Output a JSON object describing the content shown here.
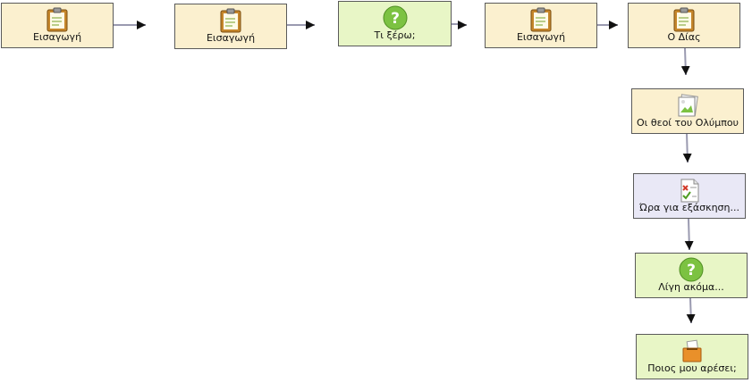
{
  "diagram": {
    "nodes": [
      {
        "id": "n1",
        "label": "Εισαγωγή",
        "kind": "clipboard",
        "icon": "clipboard-icon"
      },
      {
        "id": "n2",
        "label": "Εισαγωγή",
        "kind": "clipboard",
        "icon": "clipboard-icon"
      },
      {
        "id": "n3",
        "label": "Τι ξέρω;",
        "kind": "quiz",
        "icon": "question-icon"
      },
      {
        "id": "n4",
        "label": "Εισαγωγή",
        "kind": "clipboard",
        "icon": "clipboard-icon"
      },
      {
        "id": "n5",
        "label": "Ο Δίας",
        "kind": "clipboard",
        "icon": "clipboard-icon"
      },
      {
        "id": "n6",
        "label": "Οι θεοί του Ολύμπου",
        "kind": "gallery",
        "icon": "image-pages-icon"
      },
      {
        "id": "n7",
        "label": "Ώρα για εξάσκηση...",
        "kind": "practice",
        "icon": "checklist-icon"
      },
      {
        "id": "n8",
        "label": "Λίγη ακόμα...",
        "kind": "quiz",
        "icon": "question-icon"
      },
      {
        "id": "n9",
        "label": "Ποιος μου αρέσει;",
        "kind": "vote",
        "icon": "ballot-box-icon"
      }
    ],
    "edges": [
      [
        "n1",
        "n2"
      ],
      [
        "n2",
        "n3"
      ],
      [
        "n3",
        "n4"
      ],
      [
        "n4",
        "n5"
      ],
      [
        "n5",
        "n6"
      ],
      [
        "n6",
        "n7"
      ],
      [
        "n7",
        "n8"
      ],
      [
        "n8",
        "n9"
      ]
    ],
    "colors": {
      "clipboard_fill": "#fbf0cf",
      "quiz_fill": "#e8f6c6",
      "practice_fill": "#e9e8f6",
      "border": "#5a5a5a",
      "edge": "#9a9ab0",
      "arrow": "#111111"
    }
  }
}
